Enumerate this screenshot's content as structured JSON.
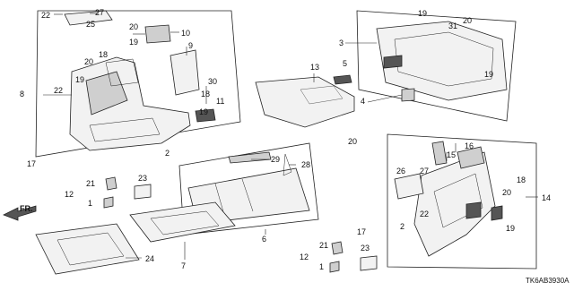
{
  "diagram": {
    "diagram_code": "TK6AB3930A",
    "front_arrow_label": "FR.",
    "callouts": {
      "c1a": "1",
      "c1b": "1",
      "c2a": "2",
      "c2b": "2",
      "c3": "3",
      "c4": "4",
      "c5": "5",
      "c6": "6",
      "c7": "7",
      "c8": "8",
      "c9": "9",
      "c10": "10",
      "c11": "11",
      "c12a": "12",
      "c12b": "12",
      "c13": "13",
      "c14": "14",
      "c15": "15",
      "c16": "16",
      "c17a": "17",
      "c17b": "17",
      "c18a": "18",
      "c18b": "18",
      "c19a": "19",
      "c19b": "19",
      "c19c": "19",
      "c19d": "19",
      "c19e": "19",
      "c20a": "20",
      "c20b": "20",
      "c20c": "20",
      "c20d": "20",
      "c21a": "21",
      "c21b": "21",
      "c22a": "22",
      "c22b": "22",
      "c22c": "22",
      "c23a": "23",
      "c23b": "23",
      "c24": "24",
      "c25": "25",
      "c26": "26",
      "c27a": "27",
      "c27b": "27",
      "c28": "28",
      "c29": "29",
      "c30": "30",
      "c31": "31"
    }
  }
}
